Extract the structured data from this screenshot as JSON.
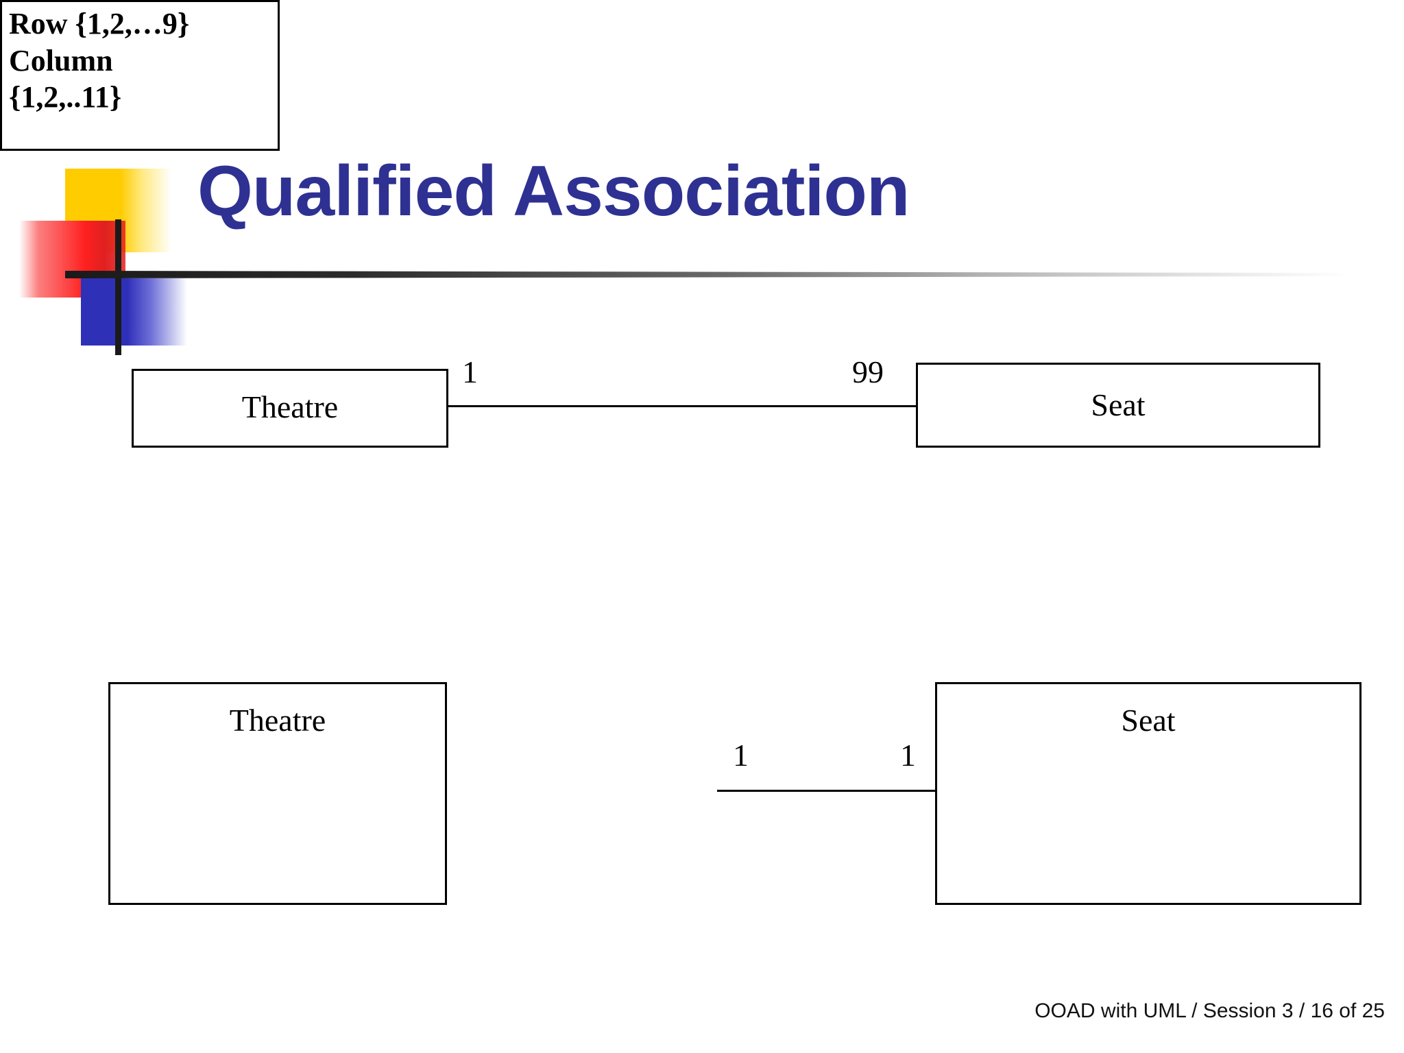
{
  "slide": {
    "title": "Qualified Association",
    "title_color": "#2E3192",
    "background_color": "#FFFFFF",
    "footer": "OOAD with UML / Session 3 / 16 of 25"
  },
  "logo": {
    "yellow_color": "#FFCC00",
    "red_color": "#FF2020",
    "blue_color": "#2F30B8",
    "crosshair_color": "#1A1A1A"
  },
  "diagram_top": {
    "left_class": "Theatre",
    "right_class": "Seat",
    "multiplicity_left": "1",
    "multiplicity_right": "99"
  },
  "diagram_bottom": {
    "left_class": "Theatre",
    "right_class": "Seat",
    "qualifier_lines": "Row {1,2,…9}\nColumn\n{1,2,..11}",
    "multiplicity_left": "1",
    "multiplicity_right": "1"
  }
}
